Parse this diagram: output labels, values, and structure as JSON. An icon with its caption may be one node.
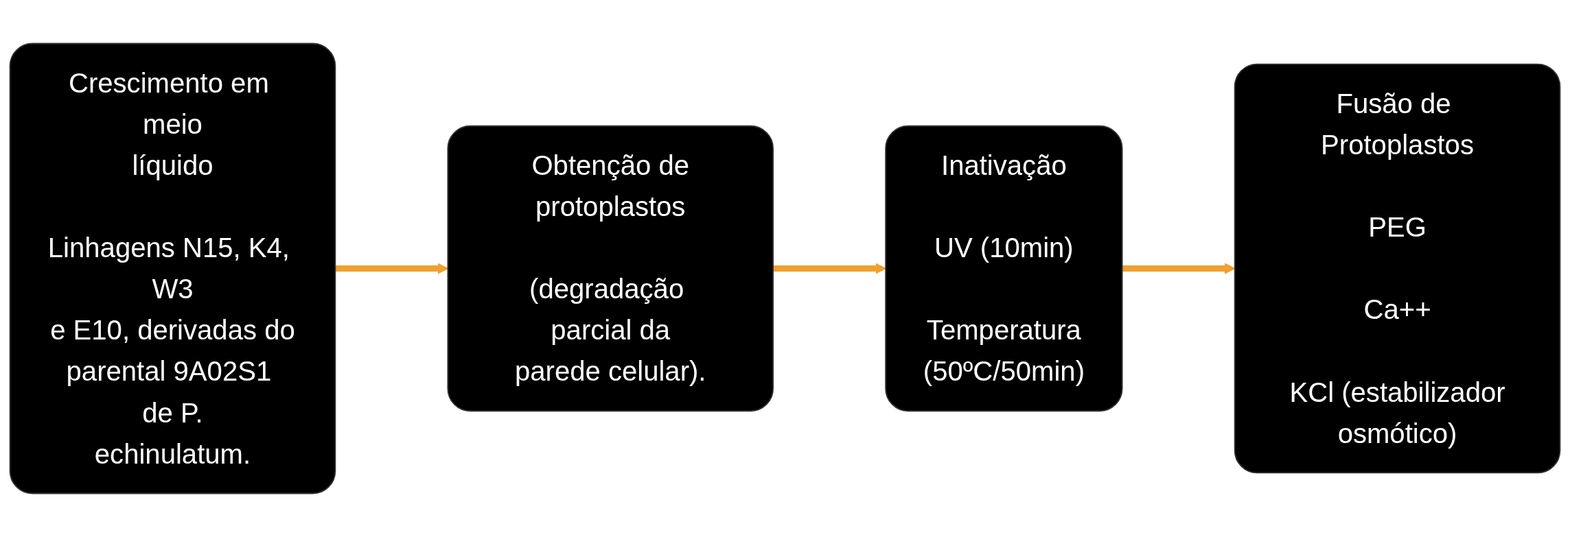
{
  "diagram": {
    "nodes": [
      {
        "text": [
          "Crescimento em meio líquido",
          "Linhagens N15, K4, W3 e E10, derivadas do parental 9A02S1 de P. echinulatum."
        ]
      },
      {
        "text": [
          "Obtenção de protoplastos",
          "(degradação parcial da parede celular)."
        ]
      },
      {
        "text": [
          "Inativação",
          "UV (10min)",
          "Temperatura (50ºC/50min)"
        ]
      },
      {
        "text": [
          "Fusão de Protoplastos",
          "PEG",
          "Ca++",
          "KCl (estabilizador osmótico)"
        ]
      }
    ],
    "edges": [
      {
        "from": 0,
        "to": 1,
        "arrow": "to"
      },
      {
        "from": 1,
        "to": 2,
        "arrow": "to"
      },
      {
        "from": 2,
        "to": 3,
        "arrow": "to"
      }
    ]
  }
}
